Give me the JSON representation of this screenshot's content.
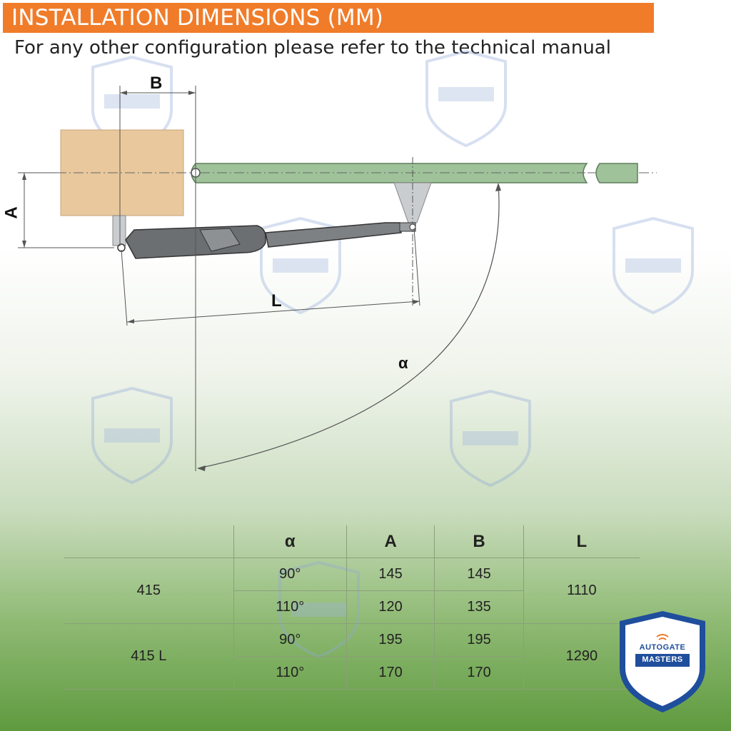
{
  "header": {
    "title": "INSTALLATION DIMENSIONS (MM)"
  },
  "subtitle": "For any other configuration please refer to the technical manual",
  "diagram": {
    "label_a": "A",
    "label_b": "B",
    "label_l": "L",
    "label_alpha": "α"
  },
  "table": {
    "headers": [
      "α",
      "A",
      "B",
      "L"
    ],
    "rows": [
      {
        "model": "415",
        "alpha": "90°",
        "a": "145",
        "b": "145",
        "l": "1110"
      },
      {
        "model": "",
        "alpha": "110°",
        "a": "120",
        "b": "135",
        "l": ""
      },
      {
        "model": "415 L",
        "alpha": "90°",
        "a": "195",
        "b": "195",
        "l": "1290"
      },
      {
        "model": "",
        "alpha": "110°",
        "a": "170",
        "b": "170",
        "l": ""
      }
    ]
  },
  "logo": {
    "line1": "AUTOGATE",
    "line2": "MASTERS"
  },
  "colors": {
    "header": "#f07c2a",
    "pillar": "#e8c89c",
    "gate": "#9fc29a",
    "logo_blue": "#1f4e9c"
  }
}
